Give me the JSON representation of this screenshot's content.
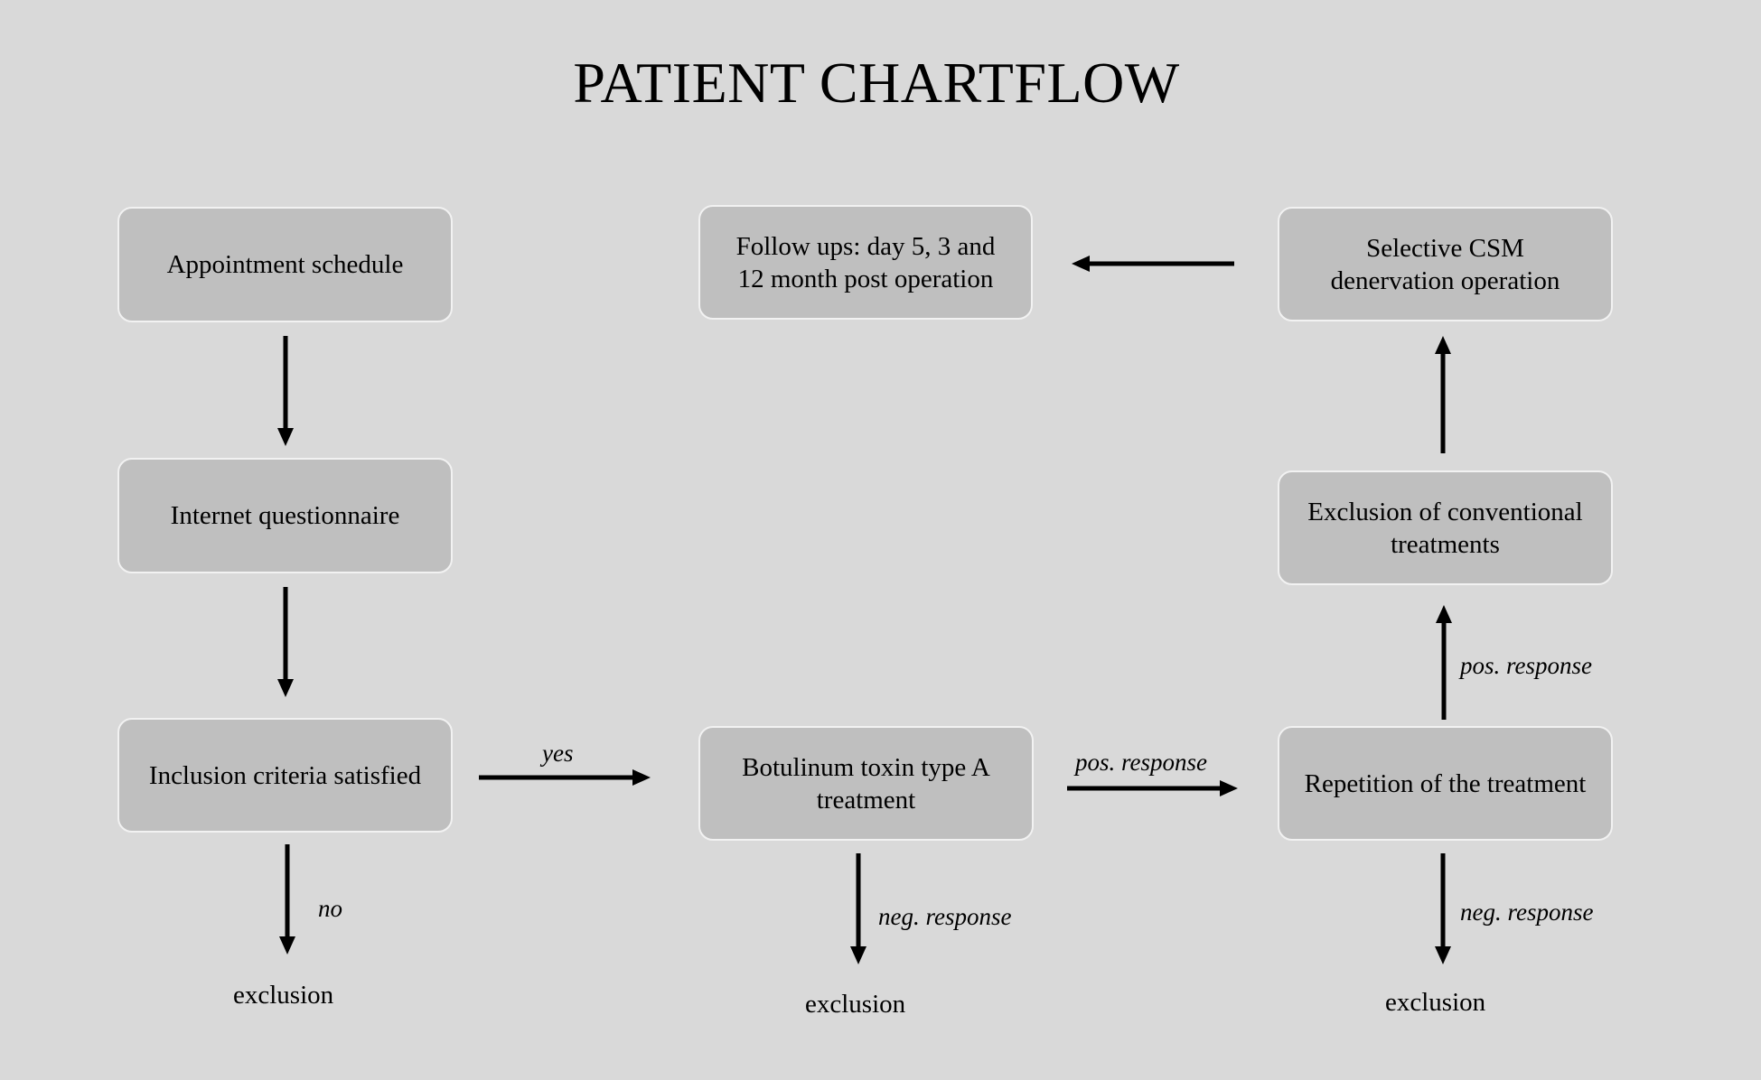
{
  "title": "PATIENT CHARTFLOW",
  "boxes": {
    "appointment": "Appointment schedule",
    "questionnaire": "Internet questionnaire",
    "inclusion": "Inclusion criteria satisfied",
    "botulinum": "Botulinum toxin type A treatment",
    "repetition": "Repetition of the treatment",
    "exclusion_conventional": "Exclusion of conventional treatments",
    "csm_operation": "Selective CSM denervation operation",
    "follow_ups": "Follow ups: day 5, 3 and 12 month post operation"
  },
  "edge_labels": {
    "yes": "yes",
    "no": "no",
    "botulinum_pos": "pos. response",
    "botulinum_neg": "neg. response",
    "repetition_pos": "pos. response",
    "repetition_neg": "neg. response"
  },
  "terminals": {
    "exclusion_1": "exclusion",
    "exclusion_2": "exclusion",
    "exclusion_3": "exclusion"
  }
}
